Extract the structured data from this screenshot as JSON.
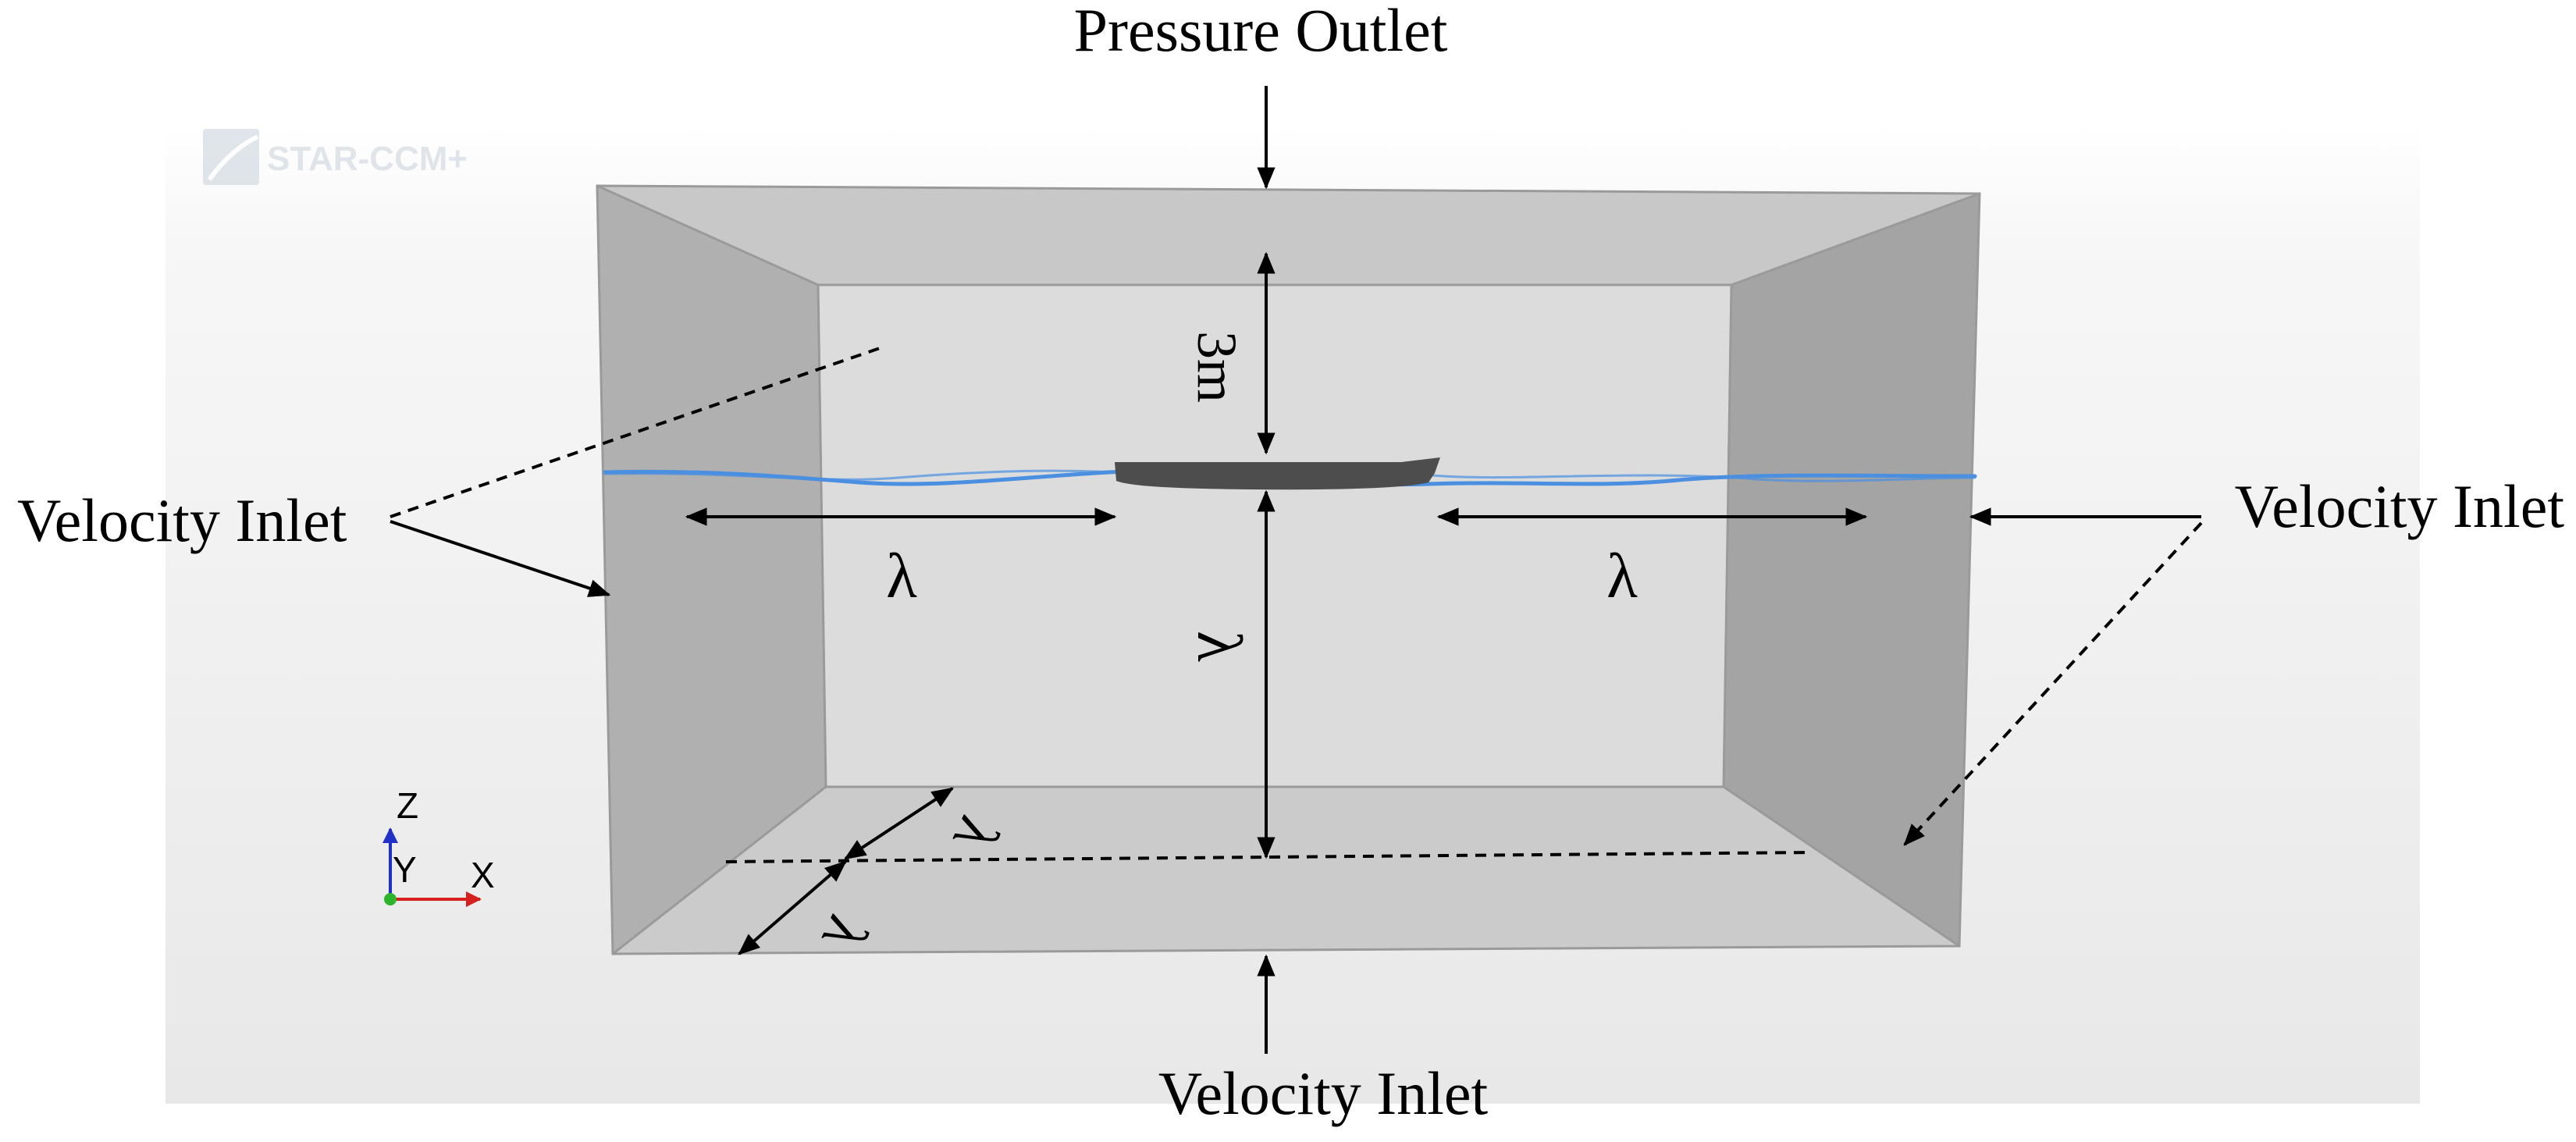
{
  "labels": {
    "top_boundary": "Pressure Outlet",
    "left_boundary": "Velocity Inlet",
    "right_boundary": "Velocity Inlet",
    "bottom_boundary": "Velocity Inlet",
    "top_gap": "3m",
    "upstream_length": "λ",
    "downstream_length": "λ",
    "depth_below": "λ",
    "half_width_front": "λ",
    "half_width_back": "λ"
  },
  "logo": {
    "text": "STAR-CCM+"
  },
  "triad": {
    "z": "Z",
    "y": "Y",
    "x": "X"
  },
  "colors": {
    "background_gradient_top": "#ffffff",
    "background_gradient_bottom": "#e9e9e9",
    "water_surface": "#4a8fe0",
    "hull": "#4d4d4d",
    "arrow": "#000000",
    "axis_x": "#d62020",
    "axis_y": "#2cb52c",
    "axis_z": "#2030c8"
  }
}
